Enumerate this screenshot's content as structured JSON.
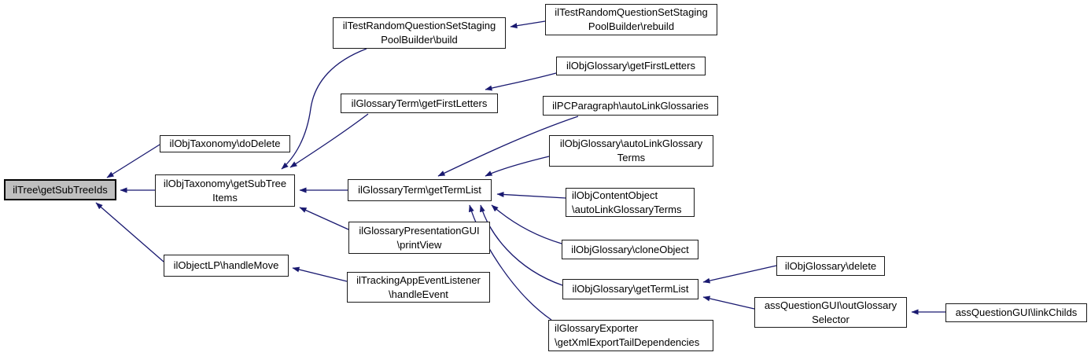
{
  "diagram": {
    "type": "call-graph",
    "description": "Caller graph for ilTree\\getSubTreeIds",
    "colors": {
      "edge": "#191970",
      "node_fill": "#ffffff",
      "node_border": "#1a1a1a",
      "highlight_fill": "#bfbfbf",
      "background": "#ffffff",
      "text": "#000000"
    },
    "nodes": [
      {
        "id": "n0",
        "label": "ilTree\\getSubTreeIds",
        "highlighted": true
      },
      {
        "id": "n1",
        "label": "ilObjTaxonomy\\doDelete",
        "highlighted": false
      },
      {
        "id": "n2",
        "label": "ilObjTaxonomy\\getSubTree\nItems",
        "highlighted": false
      },
      {
        "id": "n3",
        "label": "ilObjectLP\\handleMove",
        "highlighted": false
      },
      {
        "id": "n4",
        "label": "ilTestRandomQuestionSetStaging\nPoolBuilder\\build",
        "highlighted": false
      },
      {
        "id": "n5",
        "label": "ilTestRandomQuestionSetStaging\nPoolBuilder\\rebuild",
        "highlighted": false
      },
      {
        "id": "n6",
        "label": "ilObjGlossary\\getFirstLetters",
        "highlighted": false
      },
      {
        "id": "n7",
        "label": "ilGlossaryTerm\\getFirstLetters",
        "highlighted": false
      },
      {
        "id": "n8",
        "label": "ilPCParagraph\\autoLinkGlossaries",
        "highlighted": false
      },
      {
        "id": "n9",
        "label": "ilObjGlossary\\autoLinkGlossary\nTerms",
        "highlighted": false
      },
      {
        "id": "n10",
        "label": "ilGlossaryTerm\\getTermList",
        "highlighted": false
      },
      {
        "id": "n11",
        "label": "ilObjContentObject\n\\autoLinkGlossaryTerms",
        "highlighted": false
      },
      {
        "id": "n12",
        "label": "ilGlossaryPresentationGUI\n\\printView",
        "highlighted": false
      },
      {
        "id": "n13",
        "label": "ilObjGlossary\\cloneObject",
        "highlighted": false
      },
      {
        "id": "n14",
        "label": "ilObjGlossary\\delete",
        "highlighted": false
      },
      {
        "id": "n15",
        "label": "ilObjGlossary\\getTermList",
        "highlighted": false
      },
      {
        "id": "n16",
        "label": "assQuestionGUI\\outGlossary\nSelector",
        "highlighted": false
      },
      {
        "id": "n17",
        "label": "assQuestionGUI\\linkChilds",
        "highlighted": false
      },
      {
        "id": "n18",
        "label": "ilTrackingAppEventListener\n\\handleEvent",
        "highlighted": false
      },
      {
        "id": "n19",
        "label": "ilGlossaryExporter\n\\getXmlExportTailDependencies",
        "highlighted": false
      }
    ],
    "edges": [
      {
        "from": "n1",
        "to": "n0"
      },
      {
        "from": "n2",
        "to": "n0"
      },
      {
        "from": "n3",
        "to": "n0"
      },
      {
        "from": "n4",
        "to": "n2"
      },
      {
        "from": "n7",
        "to": "n2"
      },
      {
        "from": "n10",
        "to": "n2"
      },
      {
        "from": "n12",
        "to": "n2"
      },
      {
        "from": "n5",
        "to": "n4"
      },
      {
        "from": "n6",
        "to": "n7"
      },
      {
        "from": "n8",
        "to": "n10"
      },
      {
        "from": "n9",
        "to": "n10"
      },
      {
        "from": "n11",
        "to": "n10"
      },
      {
        "from": "n13",
        "to": "n10"
      },
      {
        "from": "n15",
        "to": "n10"
      },
      {
        "from": "n19",
        "to": "n10"
      },
      {
        "from": "n18",
        "to": "n3"
      },
      {
        "from": "n14",
        "to": "n15"
      },
      {
        "from": "n16",
        "to": "n15"
      },
      {
        "from": "n17",
        "to": "n16"
      }
    ]
  }
}
